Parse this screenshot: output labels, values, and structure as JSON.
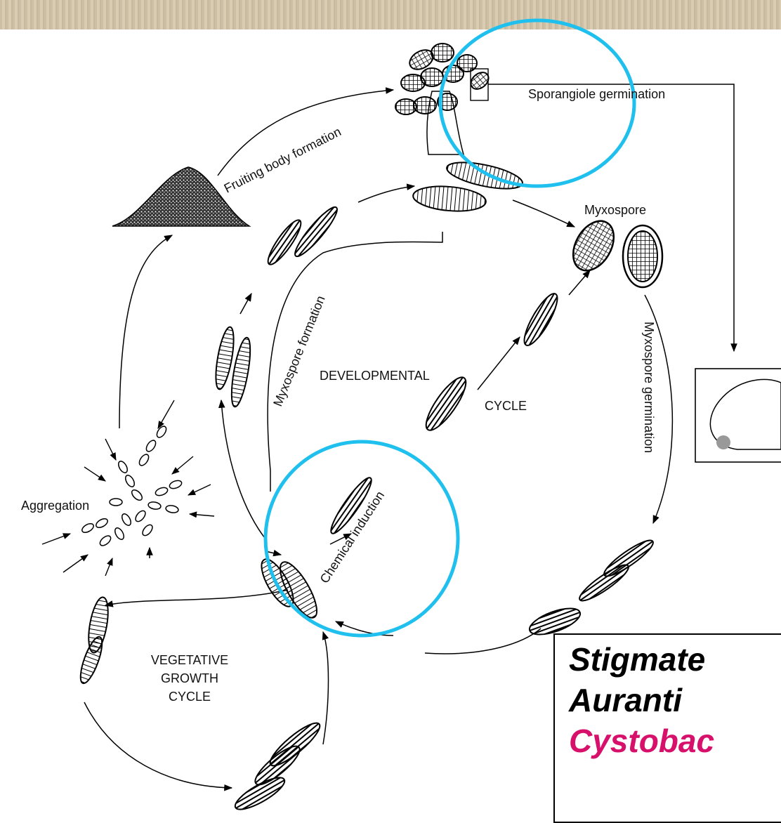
{
  "labels": {
    "sporangiole_germination": "Sporangiole germination",
    "fruiting_body_formation": "Fruiting body formation",
    "myxospore": "Myxospore",
    "myxospore_formation": "Myxospore formation",
    "developmental": "DEVELOPMENTAL",
    "cycle": "CYCLE",
    "myxospore_germination": "Myxospore germination",
    "aggregation": "Aggregation",
    "chemical_induction": "Chemical induction",
    "vegetative_line1": "VEGETATIVE",
    "vegetative_line2": "GROWTH",
    "vegetative_line3": "CYCLE"
  },
  "caption": {
    "line1": "Stigmate",
    "line2": "Auranti",
    "line3": "Cystobac"
  },
  "colors": {
    "highlight": "#20c0ee",
    "genus_text": "#d6106b"
  }
}
